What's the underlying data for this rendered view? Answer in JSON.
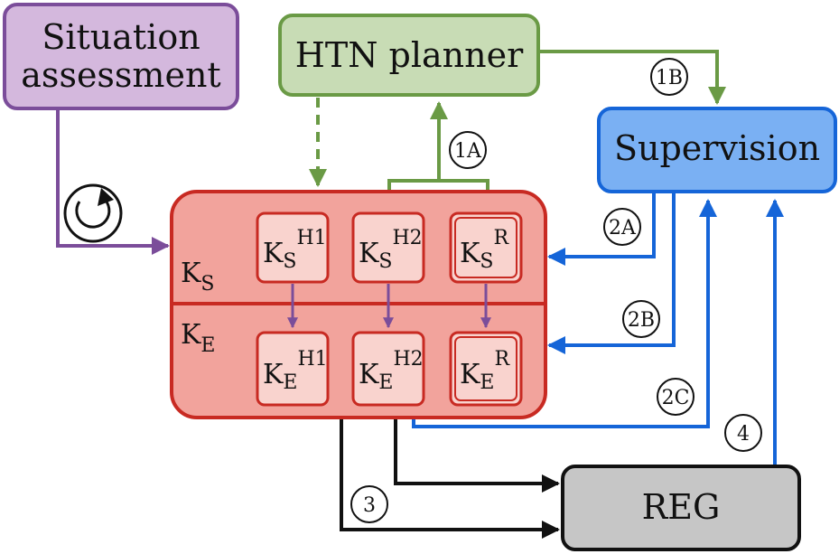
{
  "nodes": {
    "situation": {
      "line1": "Situation",
      "line2": "assessment"
    },
    "htn": {
      "label": "HTN planner"
    },
    "supervision": {
      "label": "Supervision"
    },
    "reg": {
      "label": "REG"
    },
    "ks_label": {
      "main": "K",
      "sub": "S"
    },
    "ke_label": {
      "main": "K",
      "sub": "E"
    },
    "ks_h1": {
      "main": "K",
      "sub": "S",
      "sup": "H1"
    },
    "ks_h2": {
      "main": "K",
      "sub": "S",
      "sup": "H2"
    },
    "ks_r": {
      "main": "K",
      "sub": "S",
      "sup": "R"
    },
    "ke_h1": {
      "main": "K",
      "sub": "E",
      "sup": "H1"
    },
    "ke_h2": {
      "main": "K",
      "sub": "E",
      "sup": "H2"
    },
    "ke_r": {
      "main": "K",
      "sub": "E",
      "sup": "R"
    }
  },
  "edge_labels": {
    "e1a": "1A",
    "e1b": "1B",
    "e2a": "2A",
    "e2b": "2B",
    "e2c": "2C",
    "e3": "3",
    "e4": "4"
  },
  "colors": {
    "purple": "#7b4d9a",
    "purple_fill": "#d4b8dd",
    "green": "#6a9a45",
    "green_fill": "#c8dcb5",
    "blue": "#1565d8",
    "blue_fill": "#7ab0f3",
    "red": "#c82a22",
    "red_fill": "#f2a39c",
    "pink_fill": "#f9d3ce",
    "gray_fill": "#c6c6c6",
    "black": "#111111"
  }
}
